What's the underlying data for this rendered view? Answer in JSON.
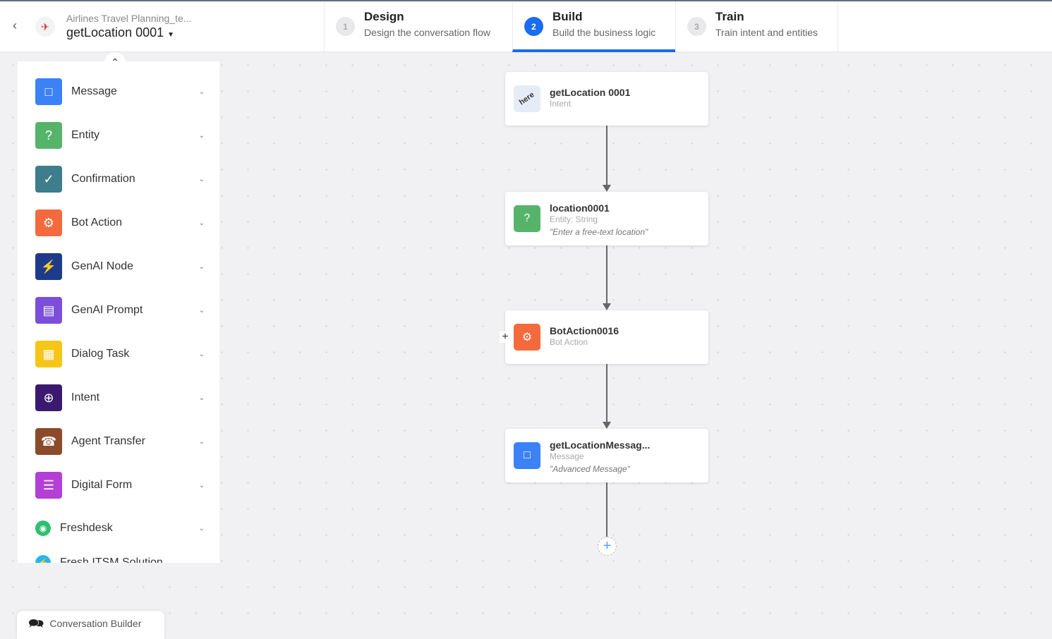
{
  "header": {
    "project": "Airlines Travel Planning_te...",
    "flow": "getLocation 0001",
    "steps": [
      {
        "num": "1",
        "title": "Design",
        "subtitle": "Design the conversation flow"
      },
      {
        "num": "2",
        "title": "Build",
        "subtitle": "Build the business logic",
        "active": true
      },
      {
        "num": "3",
        "title": "Train",
        "subtitle": "Train intent and entities"
      }
    ]
  },
  "sidebar": {
    "items": [
      {
        "label": "Message",
        "icon": "chat-icon",
        "color": "#3b82f6"
      },
      {
        "label": "Entity",
        "icon": "question-bubble-icon",
        "color": "#56b46a"
      },
      {
        "label": "Confirmation",
        "icon": "check-circle-icon",
        "color": "#3e7d8c"
      },
      {
        "label": "Bot Action",
        "icon": "bot-icon",
        "color": "#f46a3c"
      },
      {
        "label": "GenAI Node",
        "icon": "bolt-icon",
        "color": "#1e3a8a"
      },
      {
        "label": "GenAI Prompt",
        "icon": "document-icon",
        "color": "#7b4fdc"
      },
      {
        "label": "Dialog Task",
        "icon": "flow-icon",
        "color": "#f5c518"
      },
      {
        "label": "Intent",
        "icon": "crosshair-icon",
        "color": "#3a1a6e"
      },
      {
        "label": "Agent Transfer",
        "icon": "phone-icon",
        "color": "#8b4a2b"
      },
      {
        "label": "Digital Form",
        "icon": "form-icon",
        "color": "#b43fd6"
      },
      {
        "label": "Freshdesk",
        "icon": "headset-icon",
        "color": "#2fbf71"
      },
      {
        "label": "Fresh ITSM Solution",
        "icon": "bolt-icon",
        "color": "#27b5f0"
      }
    ]
  },
  "nodes": [
    {
      "name": "getLocation 0001",
      "type": "Intent",
      "prompt": "",
      "color": "#e6ecf7",
      "icon": "here-logo-icon"
    },
    {
      "name": "location0001",
      "type": "Entity: String",
      "prompt": "\"Enter a free-text location\"",
      "color": "#56b46a",
      "icon": "question-bubble-icon"
    },
    {
      "name": "BotAction0016",
      "type": "Bot Action",
      "prompt": "",
      "color": "#f46a3c",
      "icon": "bot-icon"
    },
    {
      "name": "getLocationMessag...",
      "type": "Message",
      "prompt": "\"Advanced Message\"",
      "color": "#3b82f6",
      "icon": "chat-icon"
    }
  ],
  "footer": {
    "label": "Conversation Builder"
  }
}
